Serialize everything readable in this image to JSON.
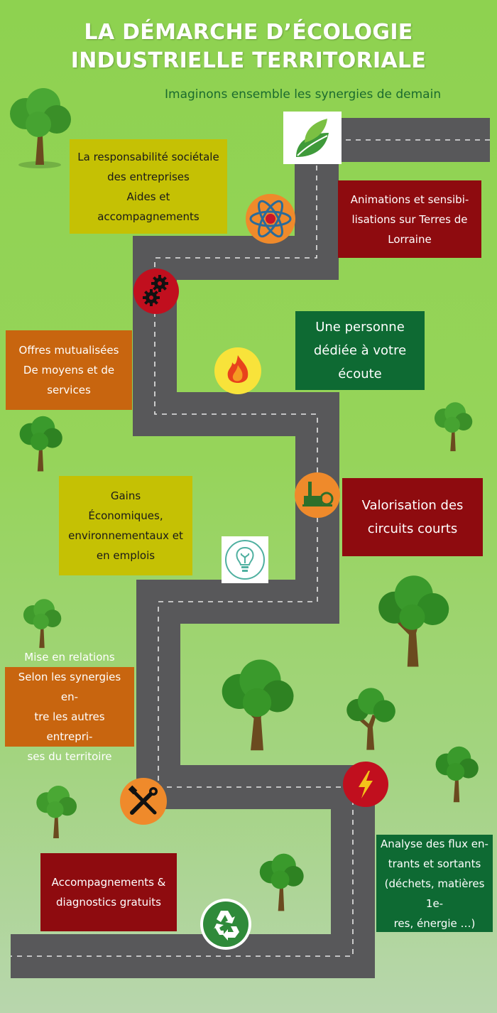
{
  "title_lines": [
    "LA DÉMARCHE D’ÉCOLOGIE",
    "INDUSTRIELLE TERRITORIALE"
  ],
  "subtitle": "Imaginons ensemble les synergies de demain",
  "boxes": {
    "rse": [
      "La responsabilité sociétale",
      "des entreprises",
      "Aides et",
      "accompagnements"
    ],
    "animations": [
      "Animations et sensibi-",
      "lisations sur Terres de",
      "Lorraine"
    ],
    "offres": [
      "Offres mutualisées",
      "De moyens et de",
      "services"
    ],
    "personne": [
      "Une personne",
      "dédiée à votre",
      "écoute"
    ],
    "gains": [
      "Gains",
      "Économiques,",
      "environnementaux et",
      "en emplois"
    ],
    "valorisation": [
      "Valorisation des",
      "circuits courts"
    ],
    "relations": [
      "Mise en relations",
      "Selon les synergies en-",
      "tre les autres entrepri-",
      "ses du territoire"
    ],
    "accompagnements": [
      "Accompagnements &",
      "diagnostics gratuits"
    ],
    "analyse": [
      "Analyse des flux en-",
      "trants et sortants",
      "(déchets, matières 1e-",
      "res, énergie …)"
    ]
  },
  "colors": {
    "yellow": "#c5c104",
    "red": "#8e0b0f",
    "orange": "#c8650f",
    "dark_green": "#0e6a33",
    "road": "#58585a",
    "title": "#ffffff",
    "subtitle": "#1b6b2e"
  },
  "icons": [
    "leaf-logo-icon",
    "atom-icon",
    "gears-icon",
    "fire-icon",
    "factory-icon",
    "lightbulb-icon",
    "tools-icon",
    "lightning-icon",
    "recycle-icon"
  ]
}
